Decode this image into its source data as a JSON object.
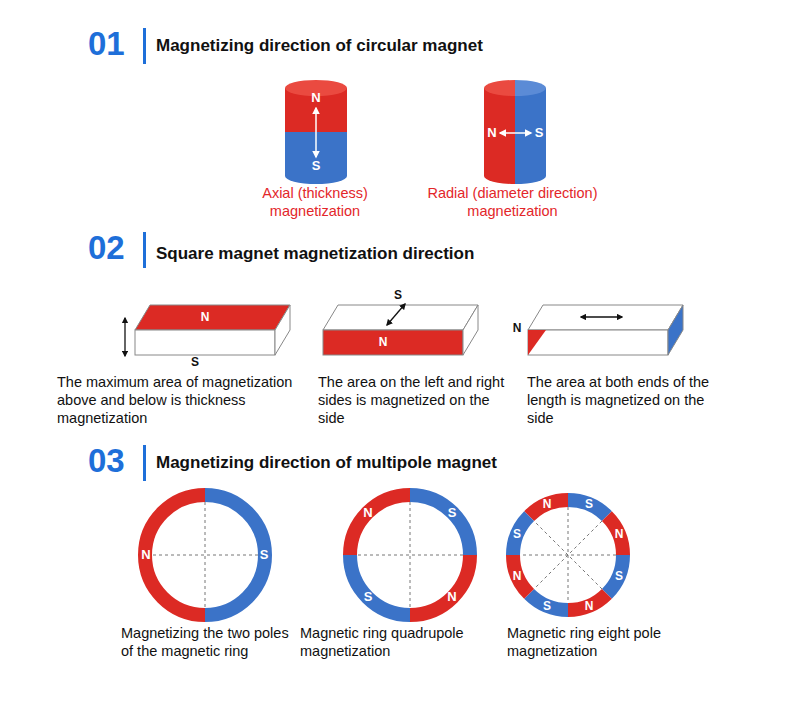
{
  "diagram": {
    "nodes": [
      {
        "text": [
          "N",
          "S",
          "Axial (thickness) magnetization"
        ]
      },
      {
        "text": [
          "N",
          "S",
          "Radial (diameter direction) magnetization"
        ]
      },
      {
        "text": [
          "N",
          "S",
          "The maximum area of magnetization above and below is thickness magnetization"
        ]
      },
      {
        "text": [
          "S",
          "N",
          "The area on the left and right sides is magnetized on the side"
        ]
      },
      {
        "text": [
          "N",
          "The area at both ends of the length is magnetized on the side"
        ]
      },
      {
        "text": [
          "N",
          "S",
          "Magnetizing the two poles of the magnetic ring"
        ]
      },
      {
        "text": [
          "N",
          "S",
          "S",
          "N",
          "Magnetic ring quadrupole magnetization"
        ]
      },
      {
        "text": [
          "N",
          "S",
          "S",
          "N",
          "N",
          "S",
          "S",
          "N",
          "Magnetic ring eight pole magnetization"
        ]
      }
    ],
    "labels": [
      "01",
      "Magnetizing direction of circular magnet",
      "02",
      "Square magnet magnetization direction",
      "03",
      "Magnetizing direction of multipole magnet"
    ]
  }
}
